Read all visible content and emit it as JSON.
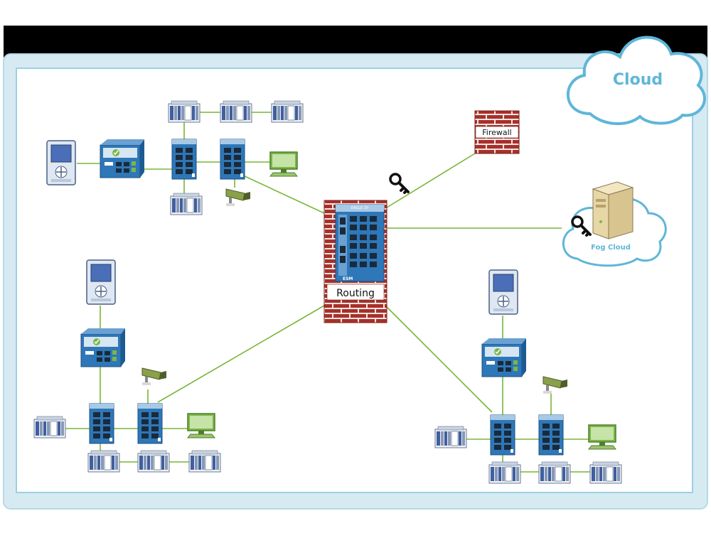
{
  "labels": {
    "cloud": "Cloud",
    "firewall": "Firewall",
    "routing": "Routing",
    "fog_cloud": "Fog Cloud",
    "router_model": "EAGLE 20",
    "brand": "ESM"
  },
  "colors": {
    "top_bar": "#000000",
    "outer_frame": "#d6eaf2",
    "outer_frame_border": "#b7d9e7",
    "panel": "#ffffff",
    "panel_border": "#9cd0e4",
    "link": "#78b636",
    "cloud_text": "#5fb6d8",
    "brick": "#a8302a",
    "device_blue": "#2e77b8",
    "device_green": "#7ab648",
    "hmi_body": "#dfe8f2",
    "hmi_screen": "#4a6fb8"
  },
  "icons": {
    "key": "key-icon",
    "camera": "security-camera-icon",
    "monitor": "pc-monitor-icon",
    "plc": "plc-rack-icon",
    "hmi": "hmi-panel-icon",
    "switch": "ethernet-switch-icon",
    "gateway": "security-gateway-icon",
    "server": "server-tower-icon"
  }
}
